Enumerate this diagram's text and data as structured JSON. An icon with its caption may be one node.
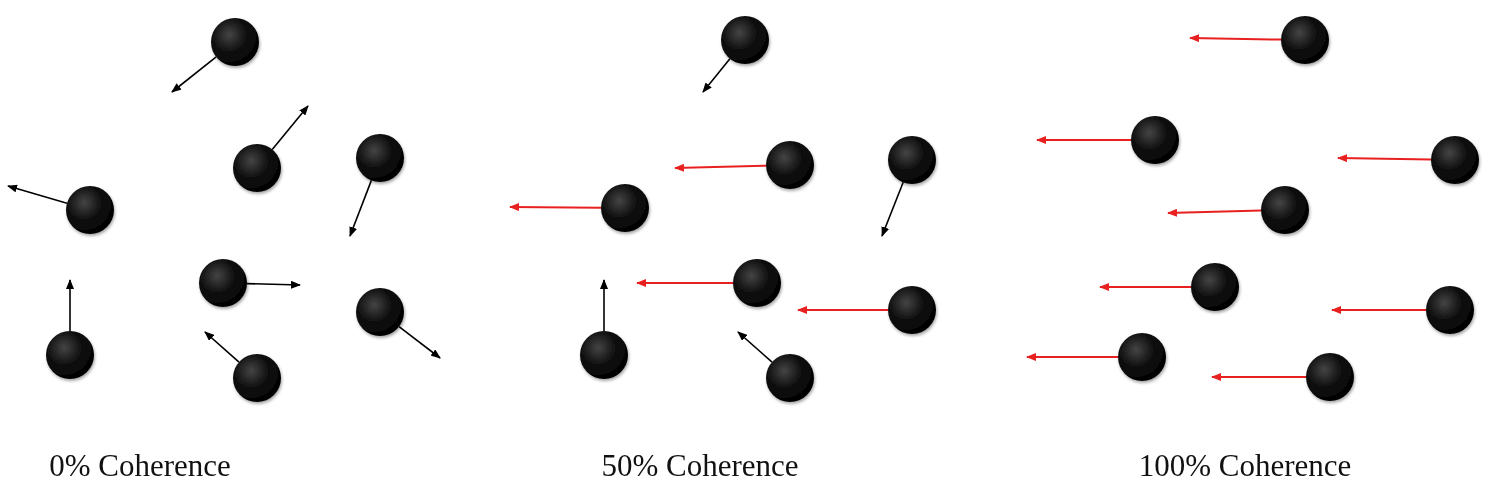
{
  "diagram": {
    "labels": [
      "0% Coherence",
      "50% Coherence",
      "100% Coherence"
    ]
  }
}
